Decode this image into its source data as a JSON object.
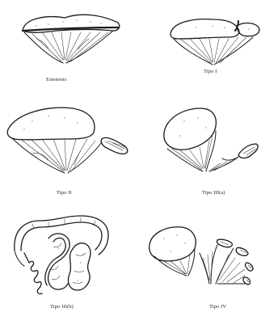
{
  "figure": {
    "panels": [
      {
        "id": "estenosis",
        "label": "Estenosis"
      },
      {
        "id": "tipo-i",
        "label": "Tipo I"
      },
      {
        "id": "tipo-ii",
        "label": "Tipo II"
      },
      {
        "id": "tipo-iii-a",
        "label": "Tipo III(a)"
      },
      {
        "id": "tipo-iii-b",
        "label": "Tipo III(b)"
      },
      {
        "id": "tipo-iv",
        "label": "Tipo IV"
      }
    ]
  }
}
